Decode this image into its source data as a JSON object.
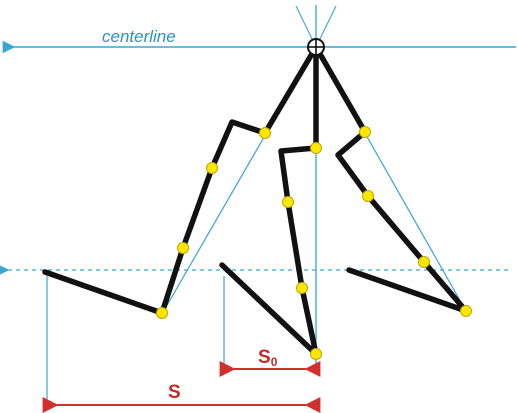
{
  "labels": {
    "centerline": "centerline",
    "s0_main": "S",
    "s0_sub": "0",
    "s": "S"
  },
  "colors": {
    "reference_line": "#3aa6d0",
    "dimension": "#d32f2f",
    "limb": "#111111",
    "joint_fill": "#ffe600",
    "joint_stroke": "#b8a800",
    "pivot_stroke": "#111111"
  },
  "icons": {
    "pivot": "crosshair-circle-icon",
    "joint": "joint-dot-icon"
  }
}
